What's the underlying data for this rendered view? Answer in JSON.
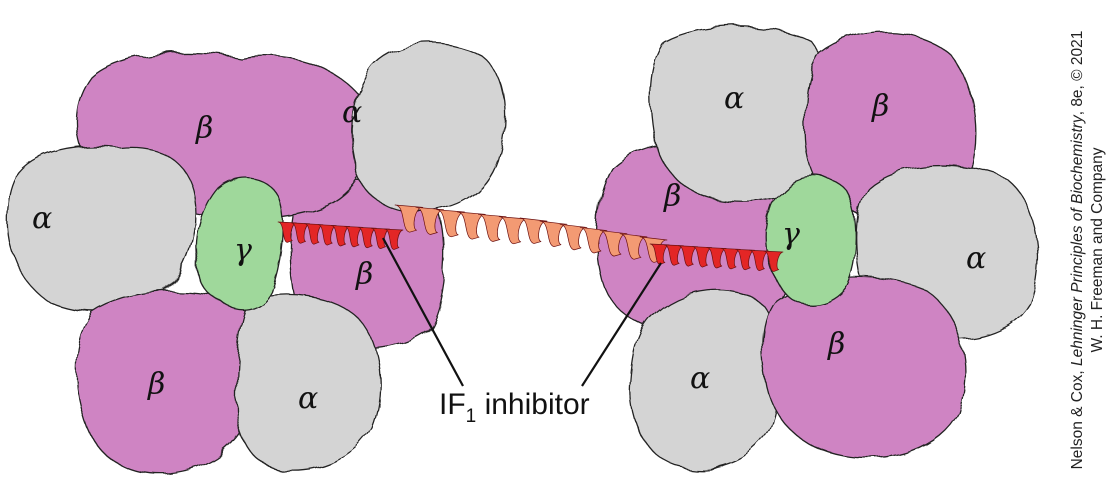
{
  "colors": {
    "alpha": "#d4d4d4",
    "beta": "#cf84c3",
    "gamma": "#9fd89b",
    "helix_front": "#e32626",
    "helix_back": "#f39a73",
    "outline": "#222222"
  },
  "complexes": [
    {
      "side": "left",
      "subunits": [
        {
          "type": "beta",
          "label": "β"
        },
        {
          "type": "alpha",
          "label": "α"
        },
        {
          "type": "alpha",
          "label": "α"
        },
        {
          "type": "gamma",
          "label": "γ"
        },
        {
          "type": "beta",
          "label": "β"
        },
        {
          "type": "beta",
          "label": "β"
        },
        {
          "type": "alpha",
          "label": "α"
        }
      ]
    },
    {
      "side": "right",
      "subunits": [
        {
          "type": "alpha",
          "label": "α"
        },
        {
          "type": "beta",
          "label": "β"
        },
        {
          "type": "beta",
          "label": "β"
        },
        {
          "type": "gamma",
          "label": "γ"
        },
        {
          "type": "alpha",
          "label": "α"
        },
        {
          "type": "alpha",
          "label": "α"
        },
        {
          "type": "beta",
          "label": "β"
        }
      ]
    }
  ],
  "callout": {
    "text": "IF",
    "subscript": "1",
    "suffix": " inhibitor"
  },
  "credit": {
    "line1_prefix": "Nelson & Cox, ",
    "line1_title": "Lehninger Principles of Biochemistry",
    "line1_suffix": ", 8e, © 2021",
    "line2": "W. H. Freeman and Company"
  }
}
